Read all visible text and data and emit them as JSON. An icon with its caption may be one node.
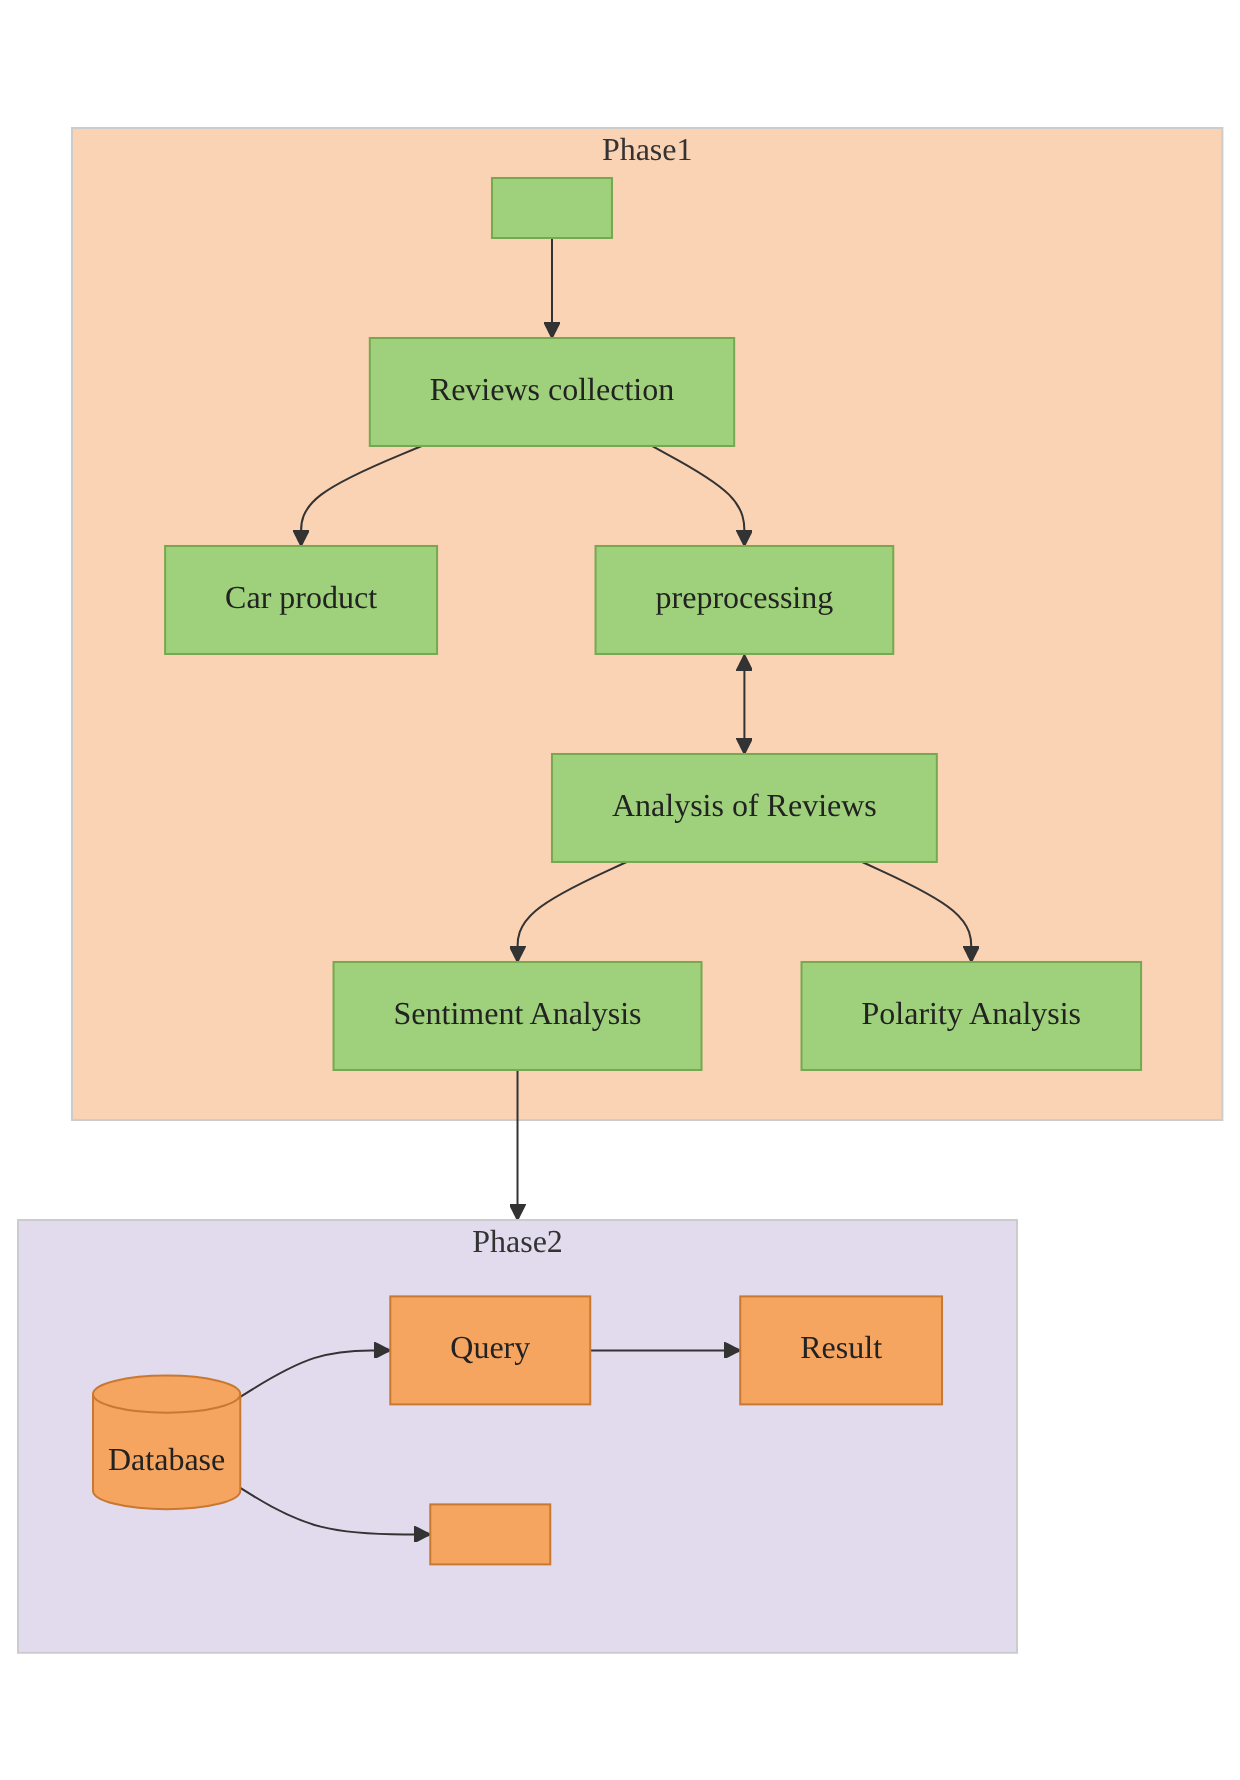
{
  "diagram": {
    "nodes": [
      {
        "text": [
          "Phase1"
        ]
      },
      {
        "text": [],
        "shape": "box",
        "in": 0
      },
      {
        "text": [
          "Reviews collection"
        ],
        "in": 0
      },
      {
        "text": [
          "Car product"
        ],
        "in": 0
      },
      {
        "text": [
          "preprocessing"
        ],
        "in": 0
      },
      {
        "text": [
          "Analysis of Reviews"
        ],
        "in": 0
      },
      {
        "text": [
          "Sentiment Analysis"
        ],
        "in": 0
      },
      {
        "text": [
          "Polarity Analysis"
        ],
        "in": 0
      },
      {
        "text": [
          "Phase2"
        ]
      },
      {
        "text": [
          "Database"
        ],
        "in": 8
      },
      {
        "text": [
          "Query"
        ],
        "in": 8
      },
      {
        "text": [
          "Result"
        ],
        "in": 8
      },
      {
        "text": [],
        "shape": "box",
        "in": 8
      }
    ],
    "edges": [
      {
        "from": 1,
        "to": 2,
        "arrow": "to"
      },
      {
        "from": 2,
        "to": 3,
        "arrow": "to"
      },
      {
        "from": 2,
        "to": 4,
        "arrow": "to"
      },
      {
        "from": 4,
        "to": 5,
        "arrow": "both"
      },
      {
        "from": 5,
        "to": 6,
        "arrow": "to"
      },
      {
        "from": 5,
        "to": 7,
        "arrow": "to"
      },
      {
        "from": 6,
        "to": 8,
        "arrow": "to"
      },
      {
        "from": 9,
        "to": 10,
        "arrow": "to"
      },
      {
        "from": 10,
        "to": 11,
        "arrow": "to"
      },
      {
        "from": 9,
        "to": 12,
        "arrow": "to"
      }
    ]
  }
}
